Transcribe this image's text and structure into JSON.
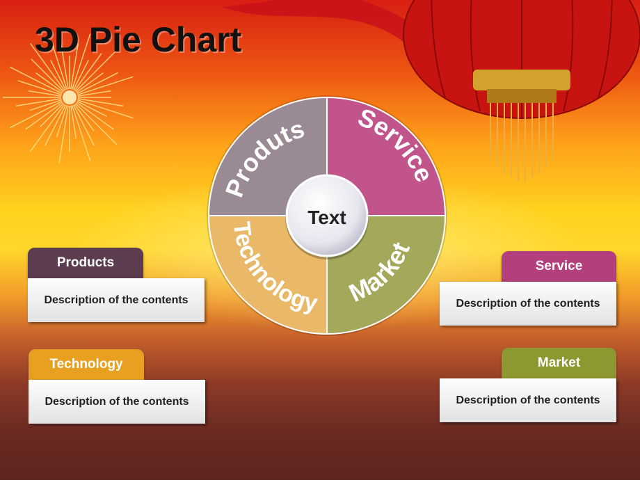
{
  "title": "3D Pie Chart",
  "wheel": {
    "center_label": "Text",
    "segments": [
      {
        "label": "Produts",
        "color": "#9a8a94"
      },
      {
        "label": "Service",
        "color": "#c0548b"
      },
      {
        "label": "Market",
        "color": "#a3a85a"
      },
      {
        "label": "Technology",
        "color": "#e9b868"
      }
    ]
  },
  "cards": [
    {
      "title": "Products",
      "description": "Description of the contents",
      "color": "#5c3d50"
    },
    {
      "title": "Service",
      "description": "Description of the contents",
      "color": "#b33f7c"
    },
    {
      "title": "Technology",
      "description": "Description of the contents",
      "color": "#e8a020"
    },
    {
      "title": "Market",
      "description": "Description of the contents",
      "color": "#8e9830"
    }
  ]
}
